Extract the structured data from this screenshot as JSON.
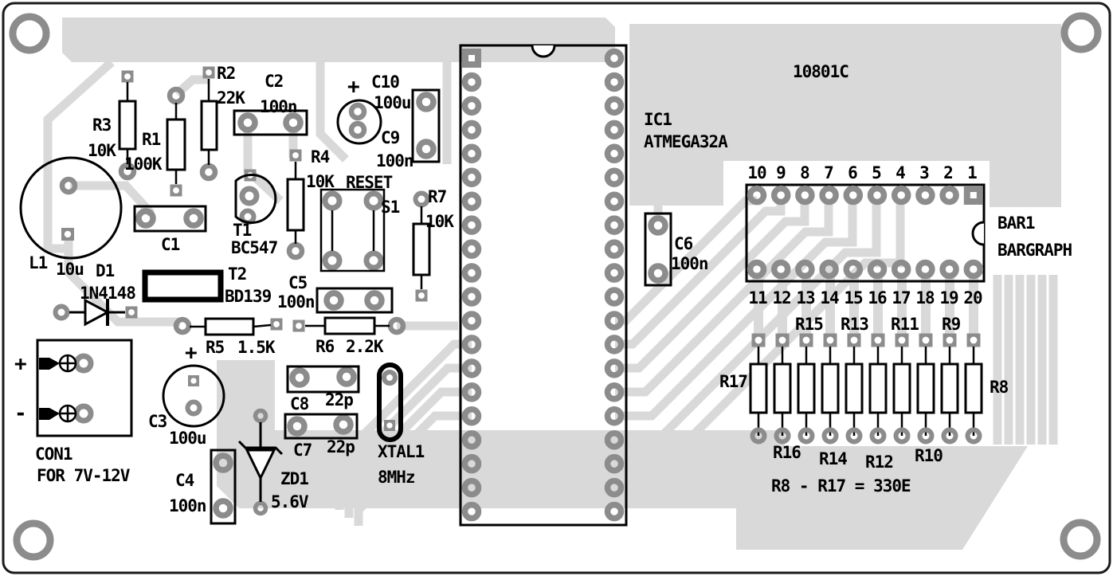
{
  "board": {
    "code": "10801C"
  },
  "components": {
    "r1": {
      "ref": "R1",
      "value": "100K"
    },
    "r2": {
      "ref": "R2",
      "value": "22K"
    },
    "r3": {
      "ref": "R3",
      "value": "10K"
    },
    "r4": {
      "ref": "R4",
      "value": "10K"
    },
    "r5": {
      "ref": "R5",
      "value": "1.5K"
    },
    "r6": {
      "ref": "R6",
      "value": "2.2K"
    },
    "r7": {
      "ref": "R7",
      "value": "10K"
    },
    "c1": {
      "ref": "C1"
    },
    "c2": {
      "ref": "C2",
      "value": "100n"
    },
    "c3": {
      "ref": "C3",
      "value": "100u",
      "polarity": "+"
    },
    "c4": {
      "ref": "C4",
      "value": "100n"
    },
    "c5": {
      "ref": "C5",
      "value": "100n"
    },
    "c6": {
      "ref": "C6",
      "value": "100n"
    },
    "c7": {
      "ref": "C7",
      "value": "22p"
    },
    "c8": {
      "ref": "C8",
      "value": "22p"
    },
    "c9": {
      "ref": "C9",
      "value": "100n"
    },
    "c10": {
      "ref": "C10",
      "value": "100u",
      "polarity": "+"
    },
    "l1": {
      "ref": "L1",
      "value": "10u"
    },
    "d1": {
      "ref": "D1",
      "value": "1N4148"
    },
    "zd1": {
      "ref": "ZD1",
      "value": "5.6V"
    },
    "t1": {
      "ref": "T1",
      "value": "BC547"
    },
    "t2": {
      "ref": "T2",
      "value": "BD139"
    },
    "xtal1": {
      "ref": "XTAL1",
      "value": "8MHz"
    },
    "s1": {
      "ref": "S1",
      "label": "RESET"
    },
    "ic1": {
      "ref": "IC1",
      "value": "ATMEGA32A"
    },
    "bar1": {
      "ref": "BAR1",
      "value": "BARGRAPH"
    },
    "con1": {
      "ref": "CON1",
      "note": "FOR 7V-12V",
      "plus": "+",
      "minus": "-"
    }
  },
  "bargraph_pins_top": [
    "10",
    "9",
    "8",
    "7",
    "6",
    "5",
    "4",
    "3",
    "2",
    "1"
  ],
  "bargraph_pins_bottom": [
    "11",
    "12",
    "13",
    "14",
    "15",
    "16",
    "17",
    "18",
    "19",
    "20"
  ],
  "resistor_network": {
    "top_labels": [
      "R15",
      "R13",
      "R11",
      "R9"
    ],
    "bottom_labels": [
      "R16",
      "R14",
      "R12",
      "R10"
    ],
    "left_label": "R17",
    "right_label": "R8",
    "note": "R8 - R17 = 330E"
  },
  "colors": {
    "trace": "#d9d9d9",
    "pad": "#8c8c8c",
    "silk": "#000000"
  }
}
